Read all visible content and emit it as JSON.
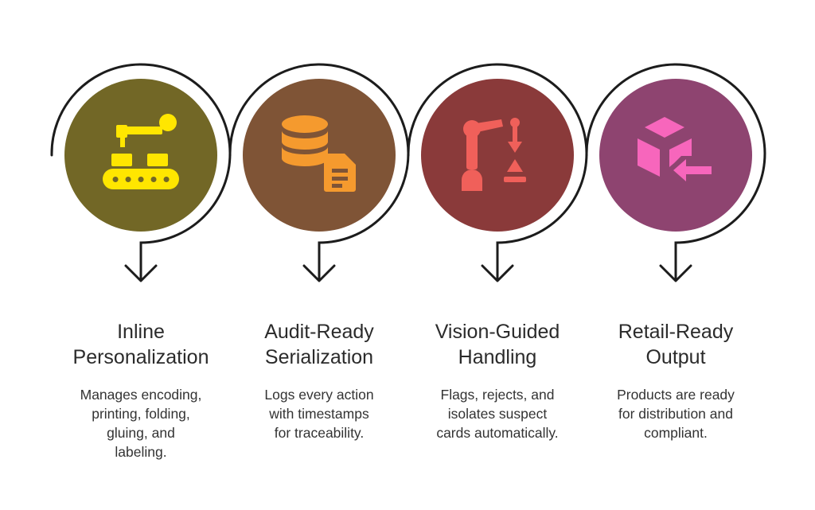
{
  "steps": [
    {
      "title_lines": [
        "Inline",
        "Personalization"
      ],
      "description_lines": [
        "Manages encoding,",
        "printing, folding,",
        "gluing, and",
        "labeling."
      ],
      "circle_color": "#726726",
      "icon_color": "#FFE600",
      "icon": "robotic-arm-conveyor-icon"
    },
    {
      "title_lines": [
        "Audit-Ready",
        "Serialization"
      ],
      "description_lines": [
        "Logs every action",
        "with timestamps",
        "for traceability."
      ],
      "circle_color": "#7F5436",
      "icon_color": "#F59A2E",
      "icon": "database-document-icon"
    },
    {
      "title_lines": [
        "Vision-Guided",
        "Handling"
      ],
      "description_lines": [
        "Flags, rejects, and",
        "isolates suspect",
        "cards automatically."
      ],
      "circle_color": "#8A3A3A",
      "icon_color": "#F0605A",
      "icon": "robot-arm-inspection-icon"
    },
    {
      "title_lines": [
        "Retail-Ready",
        "Output"
      ],
      "description_lines": [
        "Products are ready",
        "for distribution and",
        "compliant."
      ],
      "circle_color": "#8E4470",
      "icon_color": "#F766BC",
      "icon": "package-arrow-icon"
    }
  ]
}
